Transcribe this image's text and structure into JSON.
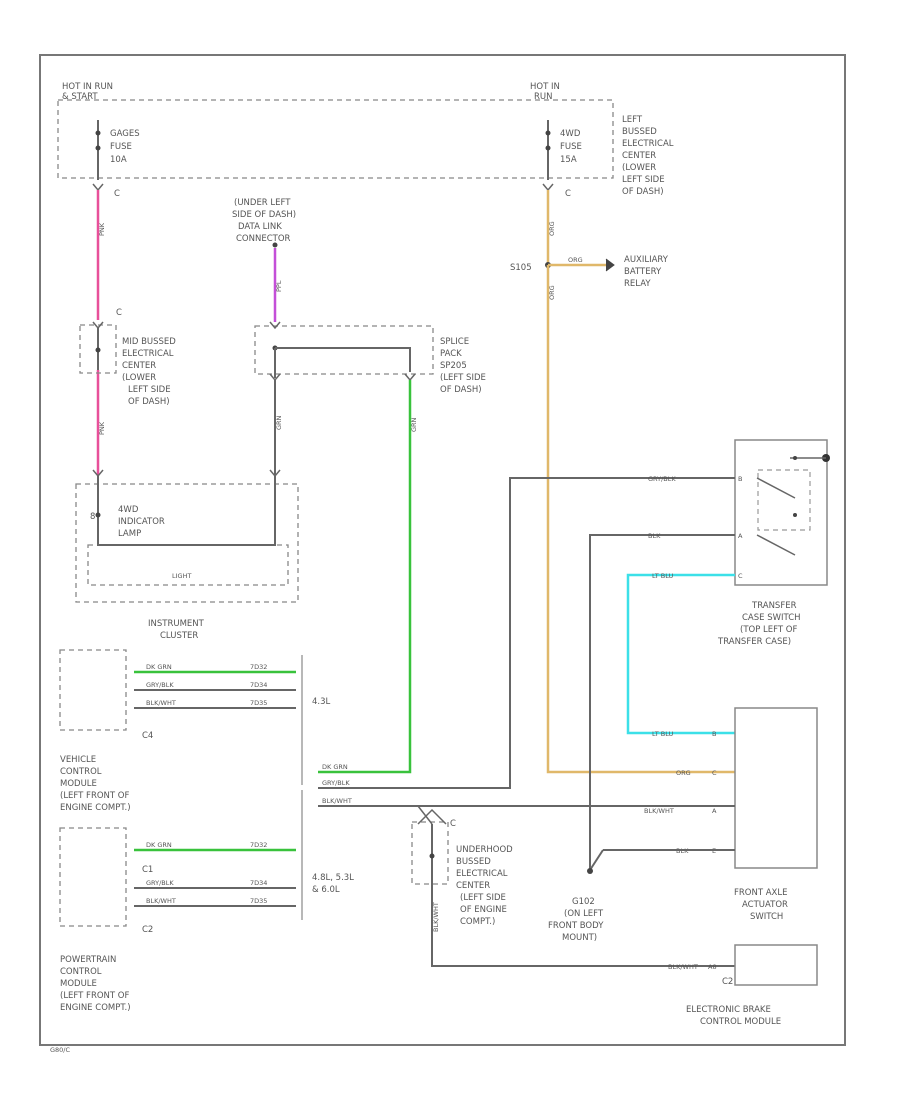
{
  "diagram": {
    "power": {
      "hot_run_start": [
        "HOT IN RUN",
        "& START"
      ],
      "hot_run": [
        "HOT IN",
        "RUN"
      ],
      "fuse_left": [
        "GAGES",
        "FUSE",
        "10A"
      ],
      "fuse_right": [
        "4WD",
        "FUSE",
        "15A"
      ],
      "left_bussed_center": [
        "LEFT",
        "BUSSED",
        "ELECTRICAL",
        "CENTER",
        "(LOWER",
        "LEFT SIDE",
        "OF DASH)"
      ],
      "pin_c_left": "C",
      "pin_c_right": "C",
      "pnk": "PNK",
      "org": "ORG"
    },
    "dlc": {
      "label": [
        "(UNDER LEFT",
        "SIDE OF DASH)",
        "DATA LINK",
        "CONNECTOR"
      ],
      "wire": "PPL"
    },
    "splice": {
      "label": [
        "SPLICE",
        "PACK",
        "SP205",
        "(LEFT SIDE",
        "OF DASH)"
      ],
      "wire_vertical": "GRN",
      "wire_green": "DK GRN"
    },
    "s105": {
      "id": "S105",
      "wire_to_relay": "ORG",
      "relay": [
        "AUXILIARY",
        "BATTERY",
        "RELAY"
      ],
      "wire_down": "ORG"
    },
    "mid_bussed": {
      "pin": "C",
      "label": [
        "MID BUSSED",
        "ELECTRICAL",
        "CENTER",
        "(LOWER",
        "LEFT SIDE",
        "OF DASH)"
      ],
      "wire": "PNK"
    },
    "cluster": {
      "lamp": [
        "4WD",
        "INDICATOR",
        "LAMP"
      ],
      "light": "LIGHT",
      "pin_left": "8",
      "label": [
        "INSTRUMENT",
        "CLUSTER"
      ],
      "wire": "GRN"
    },
    "vcm": {
      "wires": [
        {
          "label": "DK GRN",
          "code": "7D32"
        },
        {
          "label": "GRY/BLK",
          "code": "7D34"
        },
        {
          "label": "BLK/WHT",
          "code": "7D35"
        }
      ],
      "connector": "C4",
      "label": [
        "VEHICLE",
        "CONTROL",
        "MODULE",
        "(LEFT FRONT OF",
        "ENGINE COMPT.)"
      ],
      "engine": "4.3L"
    },
    "pcm": {
      "wires": [
        {
          "label": "DK GRN",
          "code": "7D32"
        },
        {
          "label": "GRY/BLK",
          "code": "7D34"
        },
        {
          "label": "BLK/WHT",
          "code": "7D35"
        }
      ],
      "connectors": [
        "C1",
        "C2"
      ],
      "label": [
        "POWERTRAIN",
        "CONTROL",
        "MODULE",
        "(LEFT FRONT OF",
        "ENGINE COMPT.)"
      ],
      "engine": [
        "4.8L, 5.3L",
        "& 6.0L"
      ]
    },
    "main_wires": [
      "DK GRN",
      "GRY/BLK",
      "BLK/WHT"
    ],
    "transfer_case": {
      "wires": [
        "GRY/BLK",
        "BLK",
        "LT BLU"
      ],
      "pins": [
        "B",
        "A",
        "C"
      ],
      "label": [
        "TRANSFER",
        "CASE SWITCH",
        "(TOP LEFT OF",
        "TRANSFER CASE)"
      ]
    },
    "front_axle": {
      "wires": [
        "LT BLU",
        "ORG",
        "BLK/WHT",
        "BLK"
      ],
      "pins": [
        "B",
        "C",
        "A",
        "E"
      ],
      "label": [
        "FRONT AXLE",
        "ACTUATOR",
        "SWITCH"
      ]
    },
    "underhood": {
      "pin": "C",
      "label": [
        "UNDERHOOD",
        "BUSSED",
        "ELECTRICAL",
        "CENTER",
        "(LEFT SIDE",
        "OF ENGINE",
        "COMPT.)"
      ],
      "wire": "BLK/WHT"
    },
    "ground": {
      "id": "G102",
      "label": [
        "(ON LEFT",
        "FRONT BODY",
        "MOUNT)"
      ]
    },
    "ebcm": {
      "wire": "BLK/WHT",
      "pin": "A8",
      "connector": "C2",
      "label": [
        "ELECTRONIC BRAKE",
        "CONTROL MODULE"
      ]
    },
    "footer": "G80/C"
  },
  "colors": {
    "pink": "#e8509a",
    "purple": "#c44fd8",
    "green": "#39c23c",
    "orange": "#e0b86a",
    "cyan": "#3ce0e8",
    "wire": "#666666",
    "dash": "#888888"
  }
}
